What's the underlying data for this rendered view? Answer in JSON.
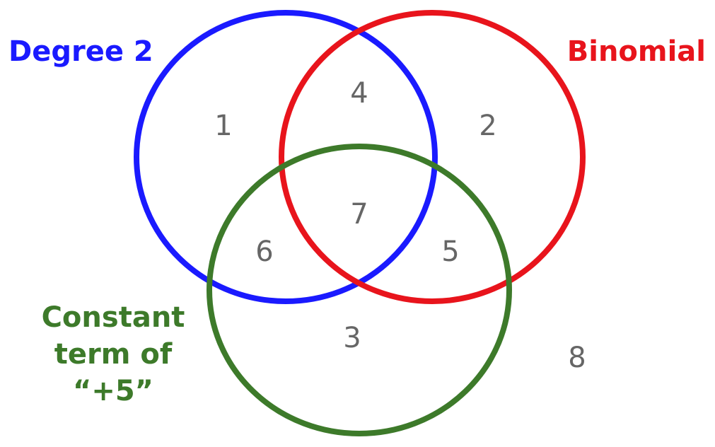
{
  "sets": [
    {
      "label": "Degree 2",
      "color": "#1a1aff"
    },
    {
      "label": "Binomial",
      "color": "#e8141c"
    },
    {
      "label_lines": [
        "Constant",
        "term of",
        "“+5”"
      ],
      "color": "#3d7a2a"
    }
  ],
  "regions": {
    "degree2_only": "1",
    "binomial_only": "2",
    "constant_only": "3",
    "degree2_binomial": "4",
    "binomial_constant": "5",
    "degree2_constant": "6",
    "all_three": "7",
    "outside": "8"
  },
  "number_color": "#666666"
}
